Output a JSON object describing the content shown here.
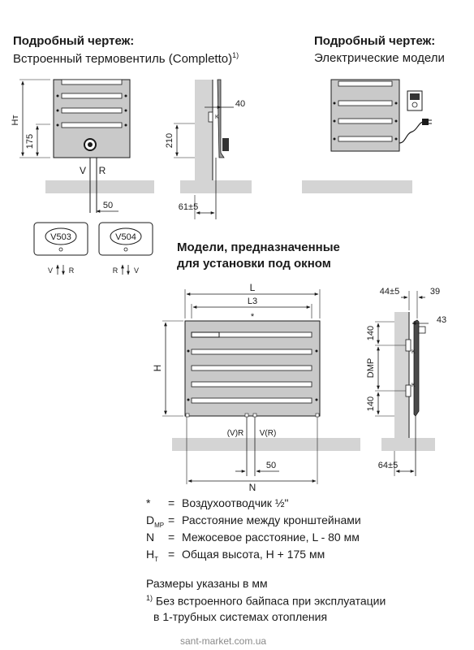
{
  "headers": {
    "left_title": "Подробный чертеж:",
    "left_subtitle": "Встроенный термовентиль (Completto)",
    "left_subtitle_sup": "1)",
    "right_title": "Подробный чертеж:",
    "right_subtitle": "Электрические модели",
    "window_title_line1": "Модели, предназначенные",
    "window_title_line2": "для установки под окном"
  },
  "diagram1": {
    "dim_ht": "Hт",
    "dim_175": "175",
    "label_v": "V",
    "label_r": "R",
    "dim_50": "50",
    "valve_a": "V503",
    "valve_b": "V504",
    "flow_a_left": "V",
    "flow_a_right": "R",
    "flow_b_left": "R",
    "flow_b_right": "V"
  },
  "diagram2": {
    "dim_40": "40",
    "dim_210": "210",
    "dim_61": "61±5",
    "label_k": "K"
  },
  "diagram4": {
    "dim_l": "L",
    "dim_l3": "L3",
    "star": "*",
    "dim_h": "H",
    "label_vr": "(V)R",
    "label_rv": "V(R)",
    "dim_50": "50",
    "dim_n": "N"
  },
  "diagram5": {
    "dim_44": "44±5",
    "dim_39": "39",
    "dim_43": "43",
    "dim_140_top": "140",
    "dim_dmp": "DMP",
    "dim_140_bottom": "140",
    "dim_64": "64±5",
    "label_k": "K"
  },
  "legend": [
    {
      "sym": "*",
      "sub": "",
      "eq": "=",
      "text": "Воздухоотводчик ½\""
    },
    {
      "sym": "D",
      "sub": "MP",
      "eq": "=",
      "text": "Расстояние между кронштейнами"
    },
    {
      "sym": "N",
      "sub": "",
      "eq": "=",
      "text": "Межосевое расстояние, L - 80 мм"
    },
    {
      "sym": "H",
      "sub": "T",
      "eq": "=",
      "text": "Общая высота, H + 175 мм"
    }
  ],
  "footnotes": {
    "units": "Размеры указаны в мм",
    "note_mark": "1)",
    "note_line1": "Без встроенного байпаса при эксплуатации",
    "note_line2": "в 1-трубных системах отопления"
  },
  "watermark": "sant-market.com.ua",
  "colors": {
    "radiator": "#c9c9c9",
    "floor": "#d4d4d4",
    "line": "#1a1a1a",
    "pipe": "#555555"
  }
}
